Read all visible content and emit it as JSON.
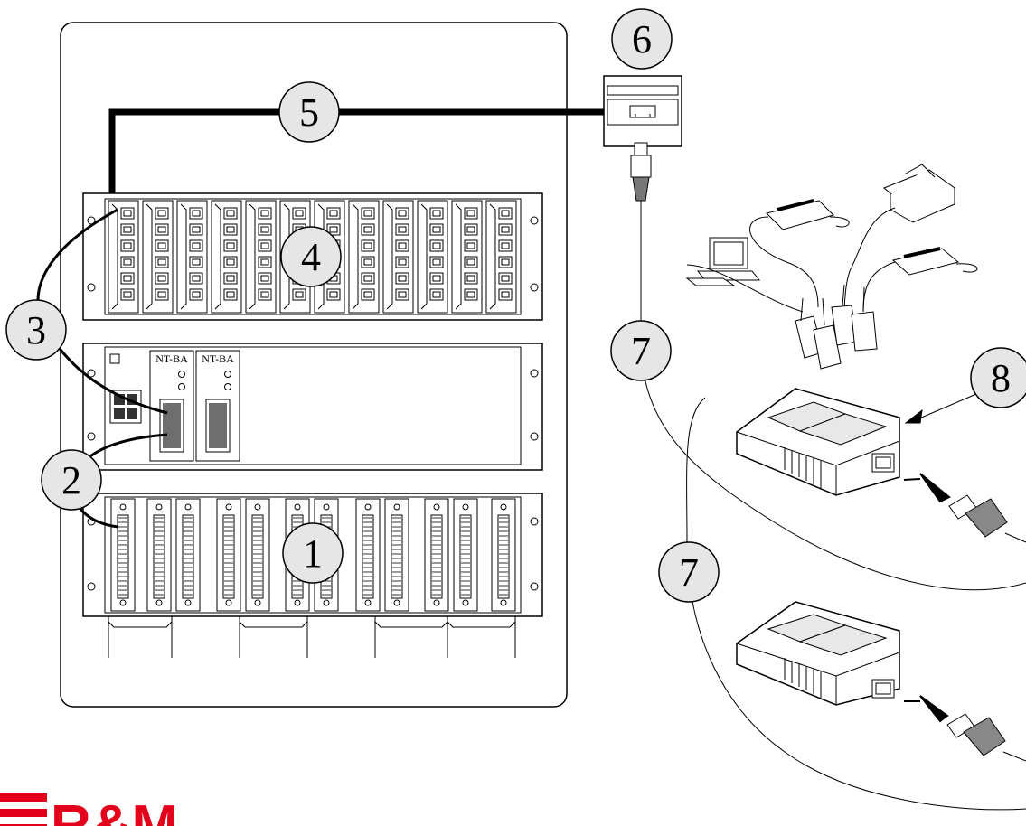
{
  "callouts": [
    {
      "id": "1",
      "label": "1"
    },
    {
      "id": "2",
      "label": "2"
    },
    {
      "id": "3",
      "label": "3"
    },
    {
      "id": "4",
      "label": "4"
    },
    {
      "id": "5",
      "label": "5"
    },
    {
      "id": "6",
      "label": "6"
    },
    {
      "id": "7a",
      "label": "7"
    },
    {
      "id": "7b",
      "label": "7"
    },
    {
      "id": "8",
      "label": "8"
    }
  ],
  "ntba_modules": [
    "NT-BA",
    "NT-BA"
  ],
  "logo": {
    "text": "R&M",
    "color": "#e3001b"
  }
}
